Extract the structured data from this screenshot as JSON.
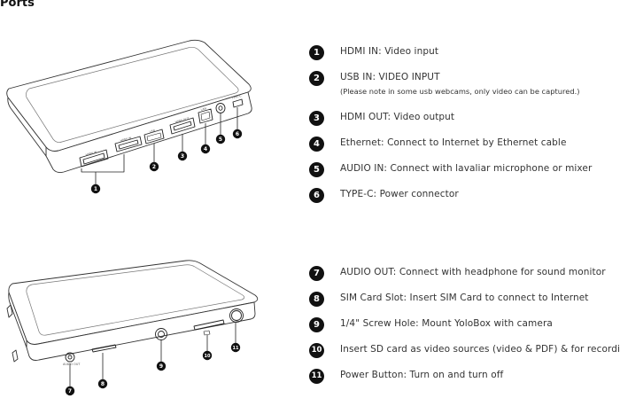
{
  "title": "Ports",
  "top_device_labels": [
    "HDMI IN",
    "HDMI IN",
    "USB",
    "HDMI OUT",
    "LAN",
    "TYPE-C"
  ],
  "bottom_device_labels": [
    "AUDIO OUT"
  ],
  "ports_top": [
    {
      "num": "1",
      "text": "HDMI IN: Video input"
    },
    {
      "num": "2",
      "text": "USB IN: VIDEO INPUT",
      "note": "(Please note in some usb webcams, only video can be captured.)"
    },
    {
      "num": "3",
      "text": "HDMI OUT: Video output"
    },
    {
      "num": "4",
      "text": "Ethernet: Connect to Internet by Ethernet cable"
    },
    {
      "num": "5",
      "text": "AUDIO IN: Connect with lavaliar microphone or mixer"
    },
    {
      "num": "6",
      "text": "TYPE-C: Power connector"
    }
  ],
  "ports_bottom": [
    {
      "num": "7",
      "text": "AUDIO OUT: Connect with headphone for sound monitor"
    },
    {
      "num": "8",
      "text": "SIM Card Slot: Insert SIM Card to connect to Internet"
    },
    {
      "num": "9",
      "text": "1/4\" Screw Hole: Mount YoloBox with camera"
    },
    {
      "num": "10",
      "text": "Insert SD card as video sources (video & PDF) & for recording"
    },
    {
      "num": "11",
      "text": "Power Button: Turn on and turn off"
    }
  ]
}
